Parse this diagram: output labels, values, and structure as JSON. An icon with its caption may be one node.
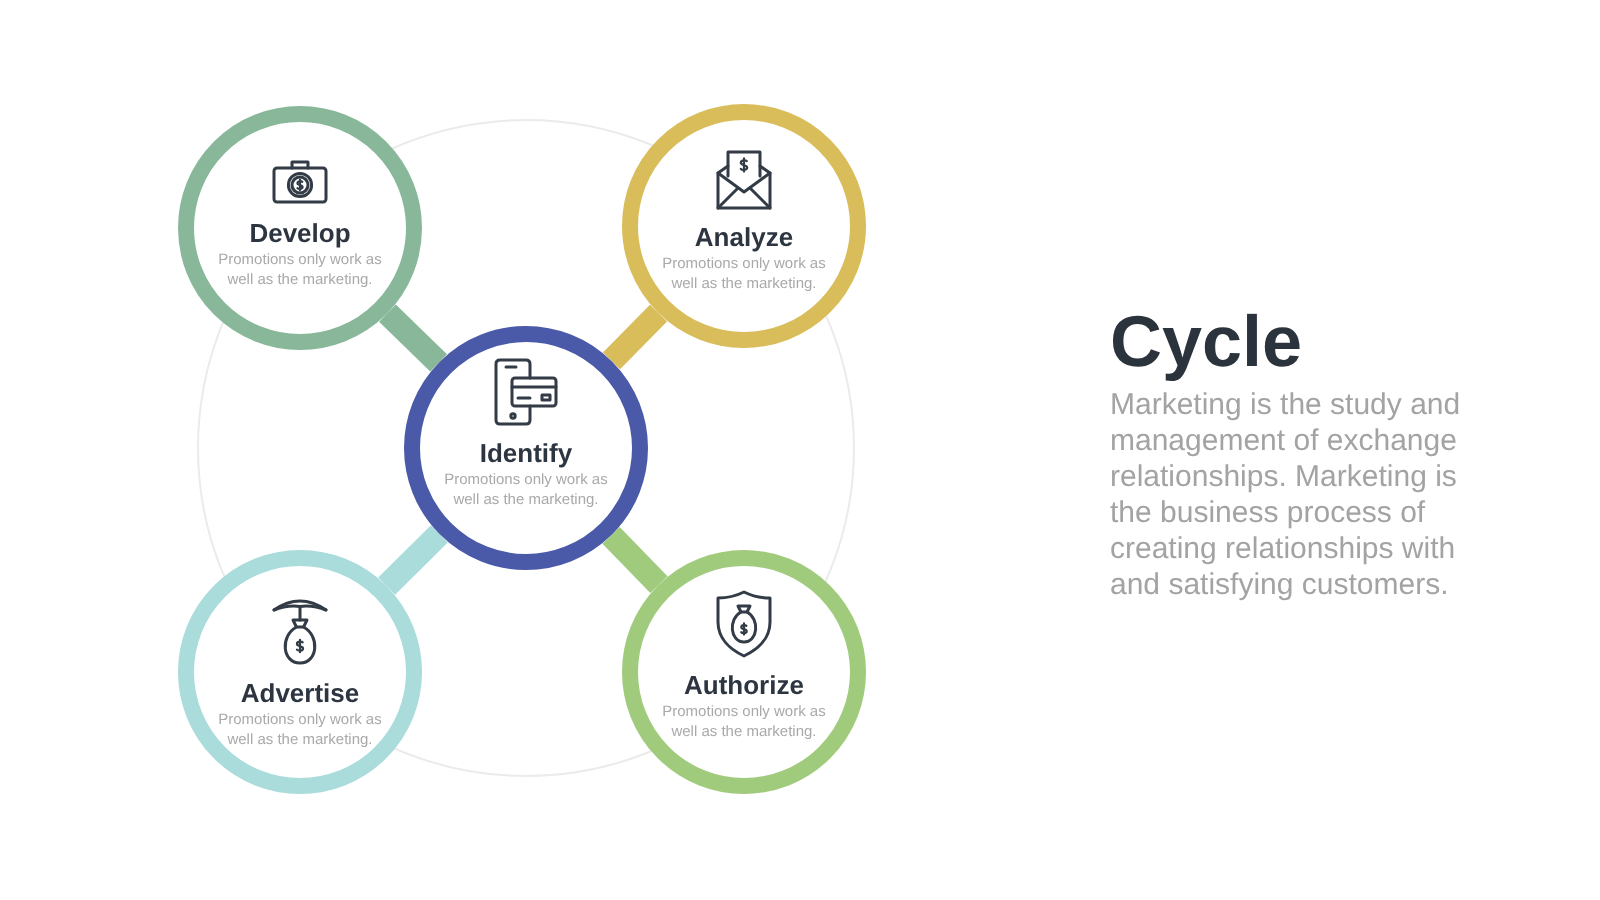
{
  "diagram": {
    "title": "Cycle",
    "nodes": [
      {
        "text": [
          "Develop",
          "Promotions only work as well as the marketing."
        ]
      },
      {
        "text": [
          "Analyze",
          "Promotions only work as well as the marketing."
        ]
      },
      {
        "text": [
          "Identify",
          "Promotions only work as well as the marketing."
        ]
      },
      {
        "text": [
          "Advertise",
          "Promotions only work as well as the marketing."
        ]
      },
      {
        "text": [
          "Authorize",
          "Promotions only work as well as the marketing."
        ]
      }
    ],
    "edges": [
      {
        "from": 0,
        "to": 2,
        "arrow": "none",
        "color": "#88b899"
      },
      {
        "from": 1,
        "to": 2,
        "arrow": "none",
        "color": "#d9bd5b"
      },
      {
        "from": 2,
        "to": 3,
        "arrow": "none",
        "color": "#a9dcdb"
      },
      {
        "from": 2,
        "to": 4,
        "arrow": "none",
        "color": "#a0cb7d"
      }
    ],
    "labels": [
      "Marketing is the study and management of exchange relationships. Marketing is the business process of creating relationships with and satisfying customers."
    ]
  }
}
